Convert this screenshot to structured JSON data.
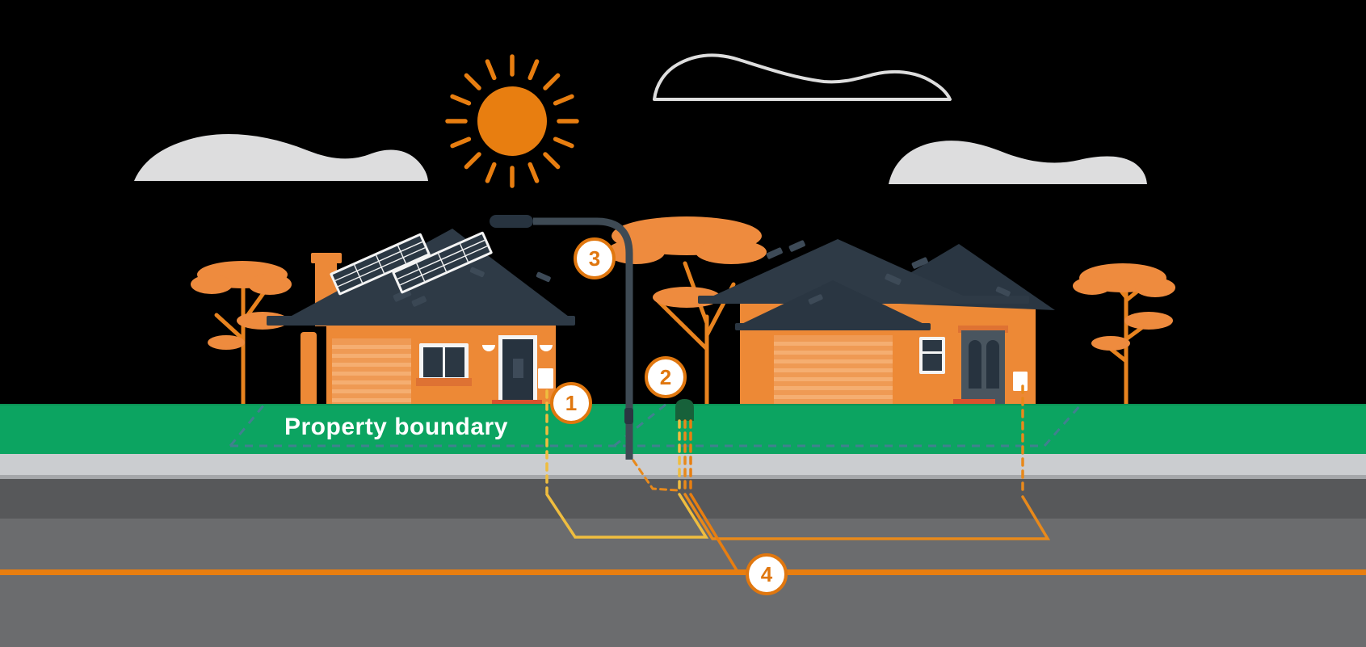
{
  "labels": {
    "property_boundary": "Property boundary"
  },
  "callouts": [
    {
      "number": "1"
    },
    {
      "number": "2"
    },
    {
      "number": "3"
    },
    {
      "number": "4"
    }
  ],
  "colors": {
    "accent_orange": "#E87E10",
    "house_orange": "#ED8936",
    "cable_yellow": "#EFBD3F",
    "cable_orange": "#E8891B",
    "grass_green": "#0CA461",
    "pillar_green": "#17613A",
    "boundary_teal": "#41808F",
    "roof_slate": "#2E3A46",
    "door_navy": "#27333F",
    "kerb_gray": "#CBCDD0",
    "road_dark": "#57585A",
    "road_mid": "#6B6C6E",
    "cloud_gray": "#DDDDDE",
    "step_red": "#D9502D",
    "callout_orange": "#E0770F",
    "text_white": "#FFFFFF"
  }
}
